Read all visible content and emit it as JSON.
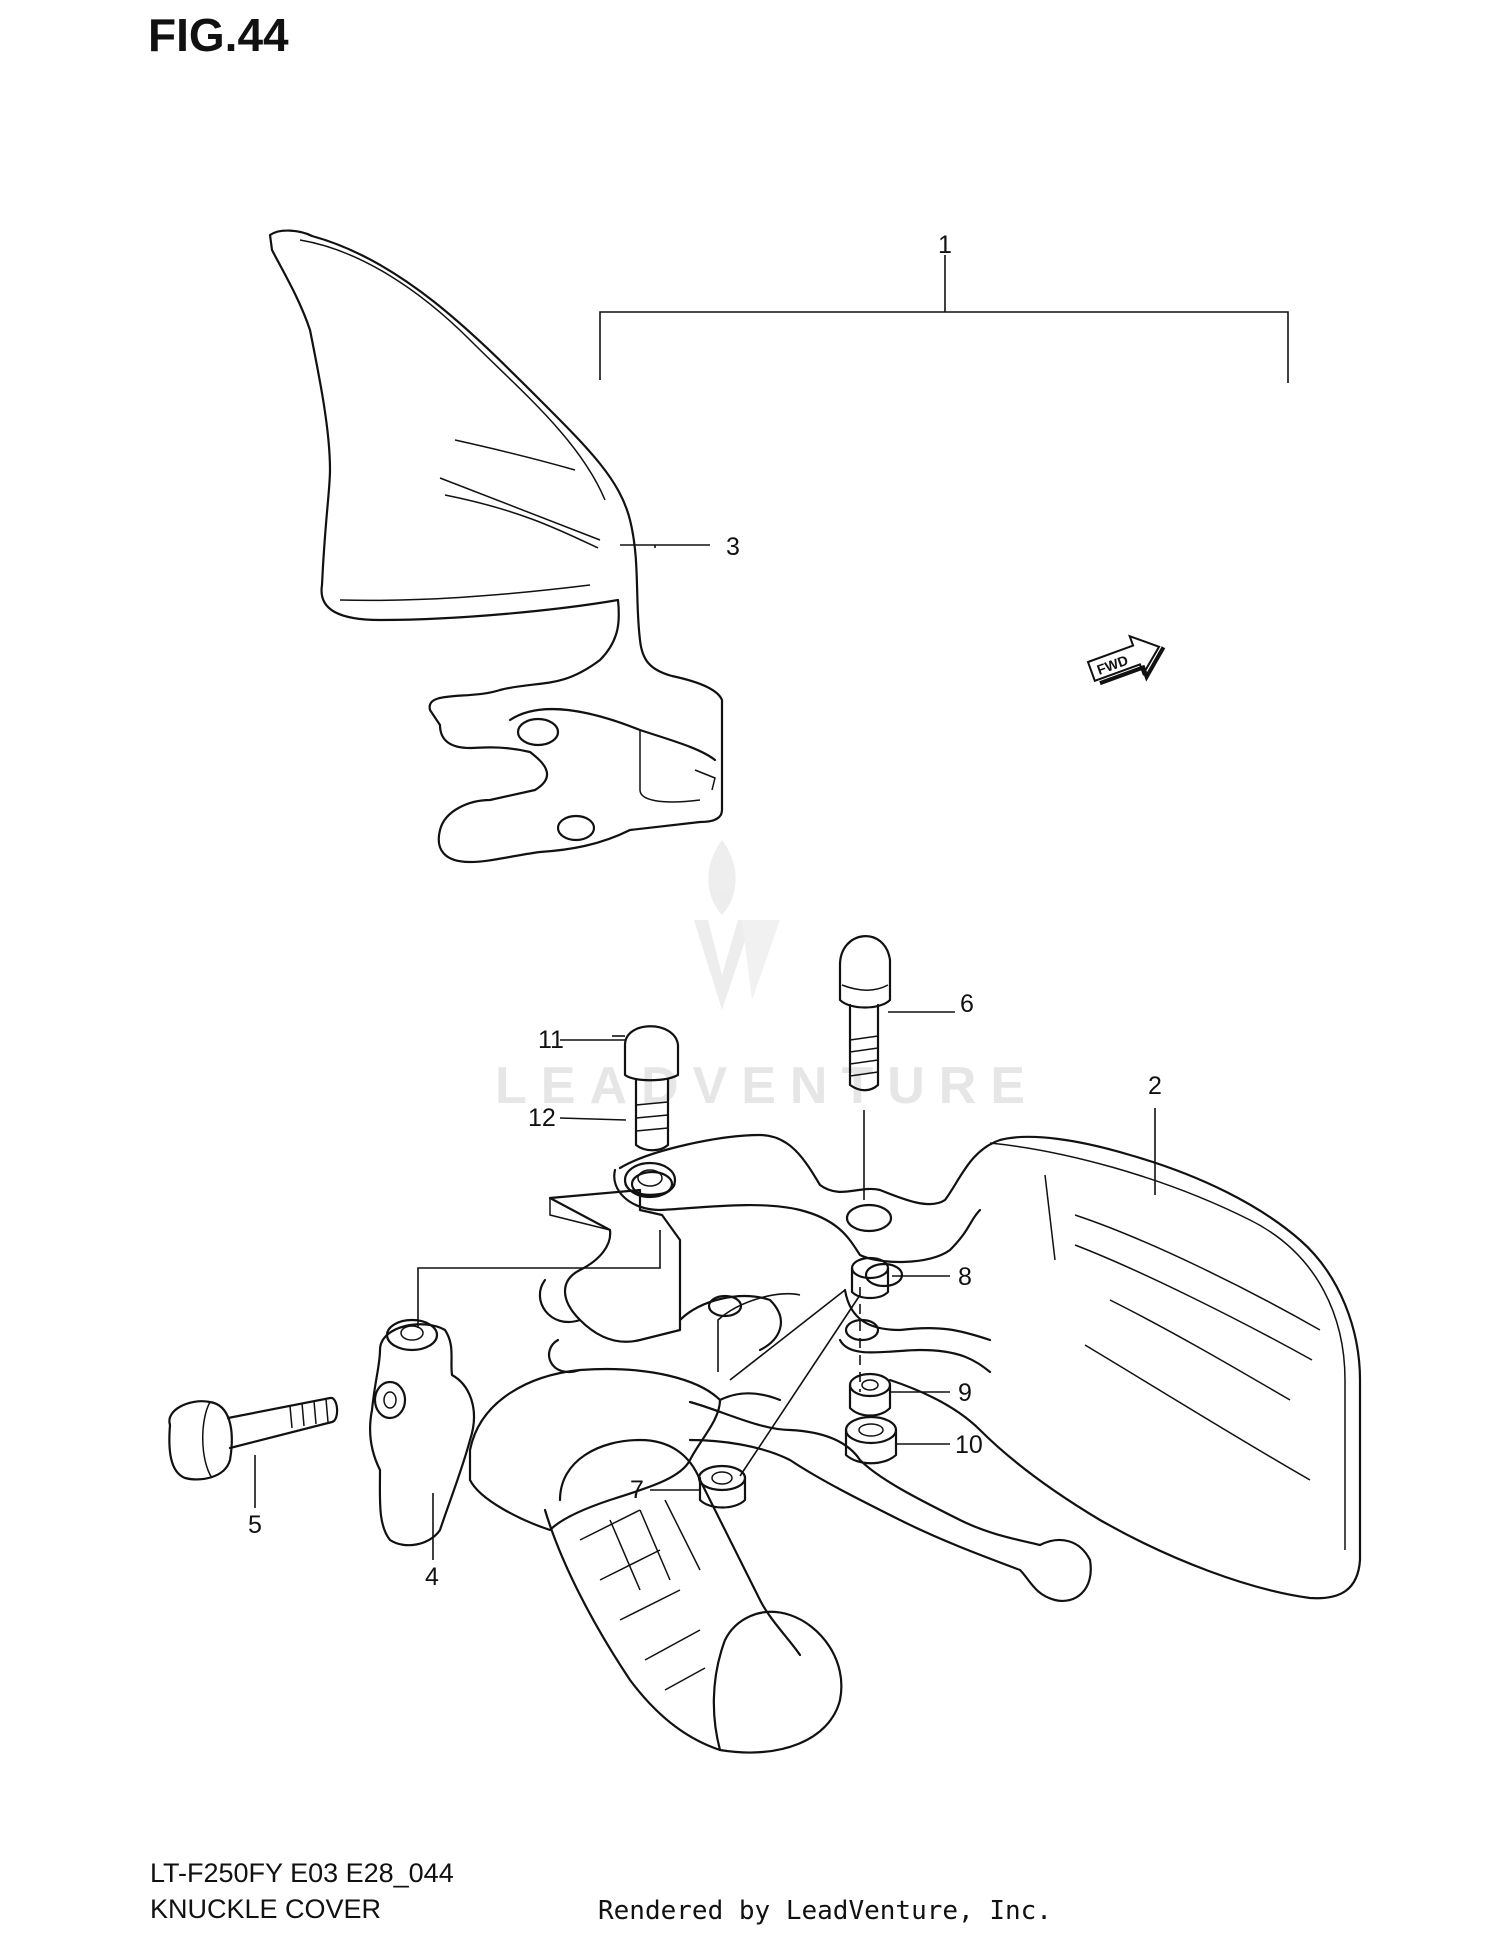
{
  "figure": {
    "title": "FIG.44",
    "model_code": "LT-F250FY  E03  E28_044",
    "section_name": "KNUCKLE COVER",
    "rendered_by": "Rendered by LeadVenture, Inc."
  },
  "watermark": {
    "text": "LEADVENTURE"
  },
  "fwd_marker": {
    "label": "FWD"
  },
  "callouts": [
    {
      "number": "1"
    },
    {
      "number": "2"
    },
    {
      "number": "3"
    },
    {
      "number": "4"
    },
    {
      "number": "5"
    },
    {
      "number": "6"
    },
    {
      "number": "7"
    },
    {
      "number": "8"
    },
    {
      "number": "9"
    },
    {
      "number": "10"
    },
    {
      "number": "11"
    },
    {
      "number": "12"
    }
  ]
}
